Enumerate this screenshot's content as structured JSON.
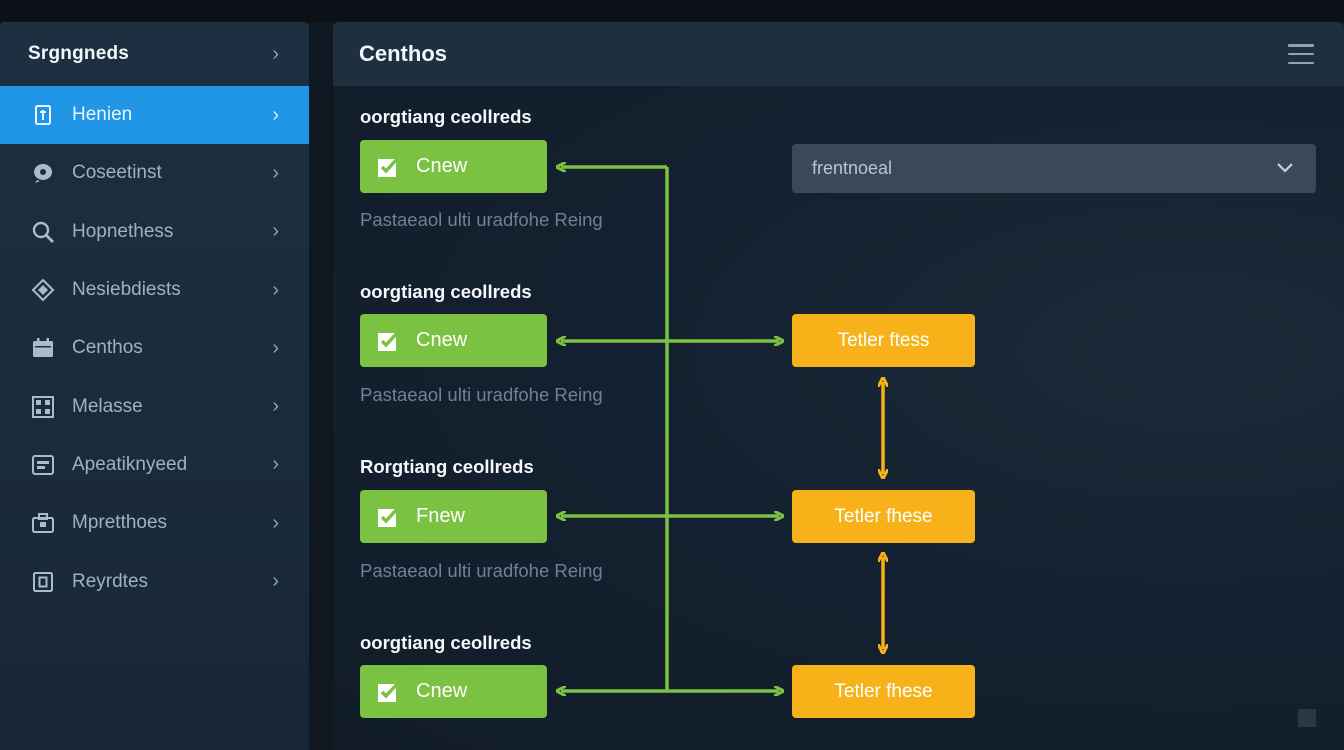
{
  "sidebar": {
    "title": "Srgngneds",
    "items": [
      {
        "label": "Henien",
        "icon": "document-icon",
        "active": true
      },
      {
        "label": "Coseetinst",
        "icon": "chat-icon",
        "active": false
      },
      {
        "label": "Hopnethess",
        "icon": "search-icon",
        "active": false
      },
      {
        "label": "Nesiebdiests",
        "icon": "diamond-icon",
        "active": false
      },
      {
        "label": "Centhos",
        "icon": "calendar-icon",
        "active": false
      },
      {
        "label": "Melasse",
        "icon": "grid-icon",
        "active": false
      },
      {
        "label": "Apeatiknyeed",
        "icon": "card-icon",
        "active": false
      },
      {
        "label": "Mpretthoes",
        "icon": "briefcase-icon",
        "active": false
      },
      {
        "label": "Reyrdtes",
        "icon": "square-icon",
        "active": false
      }
    ]
  },
  "main": {
    "title": "Centhos",
    "dropdown_value": "frentnoeal",
    "sections": [
      {
        "title": "oorgtiang ceollreds",
        "button": "Cnew",
        "description": "Pastaeaol ulti uradfohe Reing"
      },
      {
        "title": "oorgtiang ceollreds",
        "button": "Cnew",
        "description": "Pastaeaol ulti uradfohe Reing"
      },
      {
        "title": "Rorgtiang ceollreds",
        "button": "Fnew",
        "description": "Pastaeaol ulti uradfohe Reing"
      },
      {
        "title": "oorgtiang ceollreds",
        "button": "Cnew",
        "description": ""
      }
    ],
    "orange_buttons": [
      "Tetler ftess",
      "Tetler fhese",
      "Tetler fhese"
    ]
  },
  "colors": {
    "accent_blue": "#2196e6",
    "green": "#7cc242",
    "orange": "#f7b21a"
  }
}
